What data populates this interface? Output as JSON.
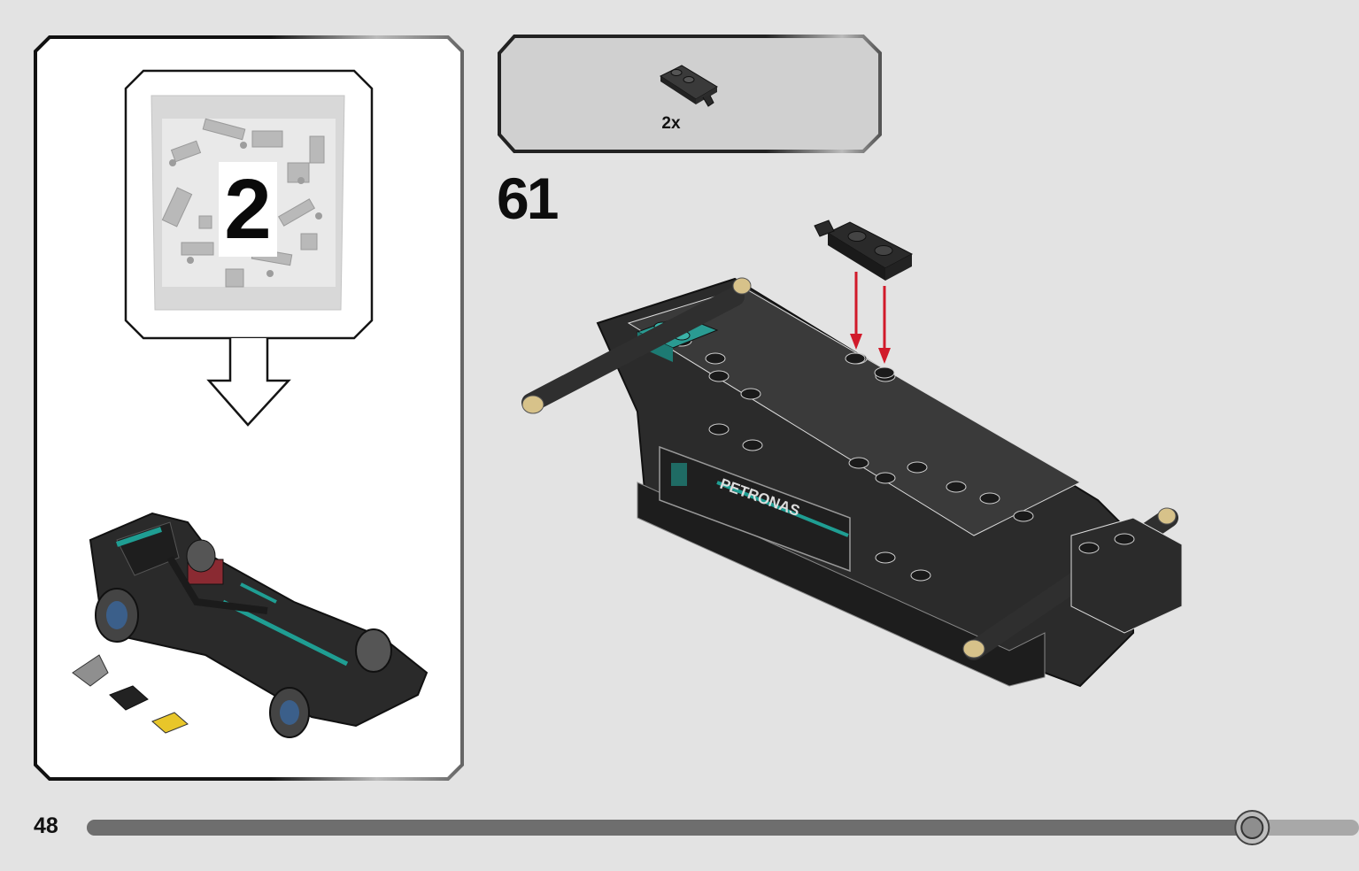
{
  "page": {
    "number": "48",
    "progress": 0.916
  },
  "bag_panel": {
    "bag_number": "2"
  },
  "parts_callout": {
    "quantity_label": "2x",
    "part_icon": "plate-with-clip-icon"
  },
  "step": {
    "number": "61"
  },
  "colors": {
    "background": "#e3e3e3",
    "panel_border": "#1a1a1a",
    "callout_fill": "#d0d0d0",
    "progress_track": "#6e6e6e",
    "progress_remaining": "#a8a8a8",
    "arrow_red": "#d11a2a",
    "teal": "#1f9e93",
    "tan": "#d7c28a"
  }
}
